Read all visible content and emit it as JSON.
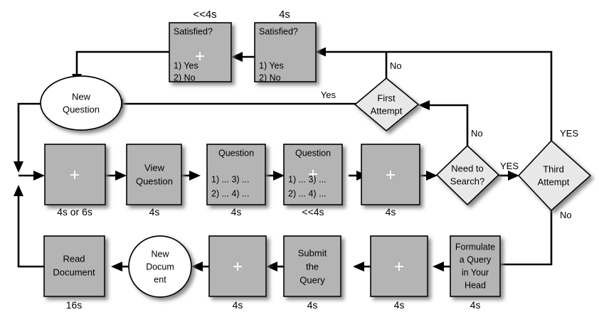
{
  "diagram": {
    "title": "Experimental task flow diagram",
    "colors": {
      "box_fill": "#b4b4b4",
      "diamond_fill": "#e8e8e8",
      "ellipse_fill": "#ffffff",
      "stroke": "#000000",
      "cross": "#ffffff",
      "background": "#ffffff"
    },
    "top_labels": [
      {
        "id": "dur-satisfied-2",
        "text": "<<4s"
      },
      {
        "id": "dur-satisfied-1",
        "text": "4s"
      }
    ],
    "nodes": [
      {
        "id": "satisfied-2",
        "shape": "box",
        "lines": [
          "Satisfied?",
          "1) Yes",
          "2)  No"
        ],
        "has_cross": true,
        "duration": "<<4s"
      },
      {
        "id": "satisfied-1",
        "shape": "box",
        "lines": [
          "Satisfied?",
          "1) Yes",
          "2)  No"
        ],
        "has_cross": false,
        "duration": "4s"
      },
      {
        "id": "new-question",
        "shape": "ellipse",
        "lines": [
          "New",
          "Question"
        ],
        "has_cross": false,
        "duration": ""
      },
      {
        "id": "first-attempt",
        "shape": "diamond",
        "lines": [
          "First",
          "Attempt"
        ],
        "has_cross": false,
        "duration": ""
      },
      {
        "id": "fixation-1",
        "shape": "box",
        "lines": [],
        "has_cross": true,
        "duration": "4s or 6s"
      },
      {
        "id": "view-question",
        "shape": "box",
        "lines": [
          "View",
          "Question"
        ],
        "has_cross": false,
        "duration": "4s"
      },
      {
        "id": "question-1",
        "shape": "box",
        "lines": [
          "Question",
          "1) ...  3) ...",
          "2) ...  4) ..."
        ],
        "has_cross": false,
        "duration": "4s"
      },
      {
        "id": "question-2",
        "shape": "box",
        "lines": [
          "Question",
          "1) ...  3) ...",
          "2) ...  4) ..."
        ],
        "has_cross": true,
        "duration": "<<4s"
      },
      {
        "id": "fixation-2",
        "shape": "box",
        "lines": [],
        "has_cross": true,
        "duration": "4s"
      },
      {
        "id": "need-to-search",
        "shape": "diamond",
        "lines": [
          "Need to",
          "Search?"
        ],
        "has_cross": false,
        "duration": ""
      },
      {
        "id": "third-attempt",
        "shape": "diamond",
        "lines": [
          "Third",
          "Attempt"
        ],
        "has_cross": false,
        "duration": ""
      },
      {
        "id": "read-document",
        "shape": "box",
        "lines": [
          "Read",
          "Document"
        ],
        "has_cross": false,
        "duration": "16s"
      },
      {
        "id": "new-document",
        "shape": "ellipse",
        "lines": [
          "New",
          "Docum",
          "ent"
        ],
        "has_cross": false,
        "duration": ""
      },
      {
        "id": "fixation-3",
        "shape": "box",
        "lines": [],
        "has_cross": true,
        "duration": "4s"
      },
      {
        "id": "submit-the-query",
        "shape": "box",
        "lines": [
          "Submit",
          "the",
          "Query"
        ],
        "has_cross": false,
        "duration": "4s"
      },
      {
        "id": "fixation-4",
        "shape": "box",
        "lines": [],
        "has_cross": true,
        "duration": "4s"
      },
      {
        "id": "formulate-query",
        "shape": "box",
        "lines": [
          "Formulate",
          "a Query",
          "in Your",
          "Head"
        ],
        "has_cross": false,
        "duration": "4s"
      }
    ],
    "edge_labels": [
      {
        "id": "first-attempt-no",
        "text": "No"
      },
      {
        "id": "first-attempt-yes",
        "text": "Yes"
      },
      {
        "id": "need-to-search-no",
        "text": "No"
      },
      {
        "id": "need-to-search-yes",
        "text": "YES"
      },
      {
        "id": "third-attempt-yes",
        "text": "YES"
      },
      {
        "id": "third-attempt-no",
        "text": "No"
      }
    ],
    "durations": {
      "fixation_1": "4s or 6s",
      "view_question": "4s",
      "question_1": "4s",
      "question_2": "<<4s",
      "fixation_2": "4s",
      "read_document": "16s",
      "fixation_3": "4s",
      "submit_the_query": "4s",
      "fixation_4": "4s",
      "formulate_query": "4s"
    }
  }
}
